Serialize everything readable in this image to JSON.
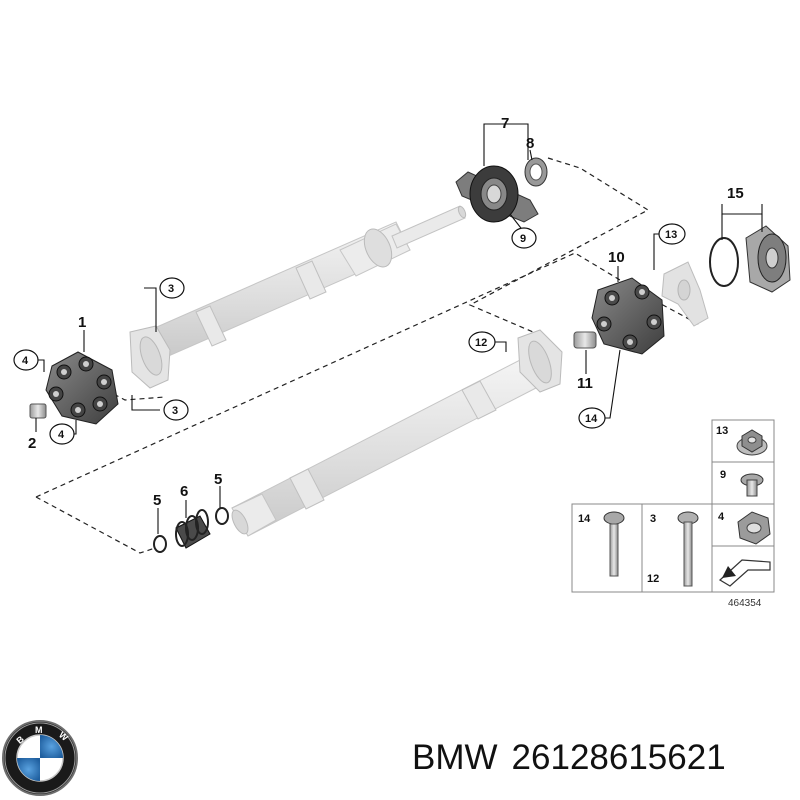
{
  "diagram": {
    "callouts": {
      "c1": "1",
      "c2": "2",
      "c3a": "3",
      "c3b": "3",
      "c4a": "4",
      "c4b": "4",
      "c5a": "5",
      "c5b": "5",
      "c6": "6",
      "c7": "7",
      "c8": "8",
      "c9": "9",
      "c10": "10",
      "c11": "11",
      "c12": "12",
      "c13": "13",
      "c14": "14",
      "c15": "15"
    },
    "legend": {
      "l13": "13",
      "l9": "9",
      "l4": "4",
      "l14": "14",
      "l3": "3",
      "l12": "12"
    },
    "reference_code": "464354"
  },
  "footer": {
    "brand": "BMW",
    "part_number": "26128615621",
    "logo_letters": [
      "B",
      "M",
      "W"
    ]
  },
  "colors": {
    "shaft": "#e6e6e6",
    "shaft_edge": "#c4c4c4",
    "part_dark": "#5a5a5a",
    "part_mid": "#9a9a9a",
    "logo_blue": "#2f7dc2",
    "logo_black": "#1a1a1a"
  }
}
